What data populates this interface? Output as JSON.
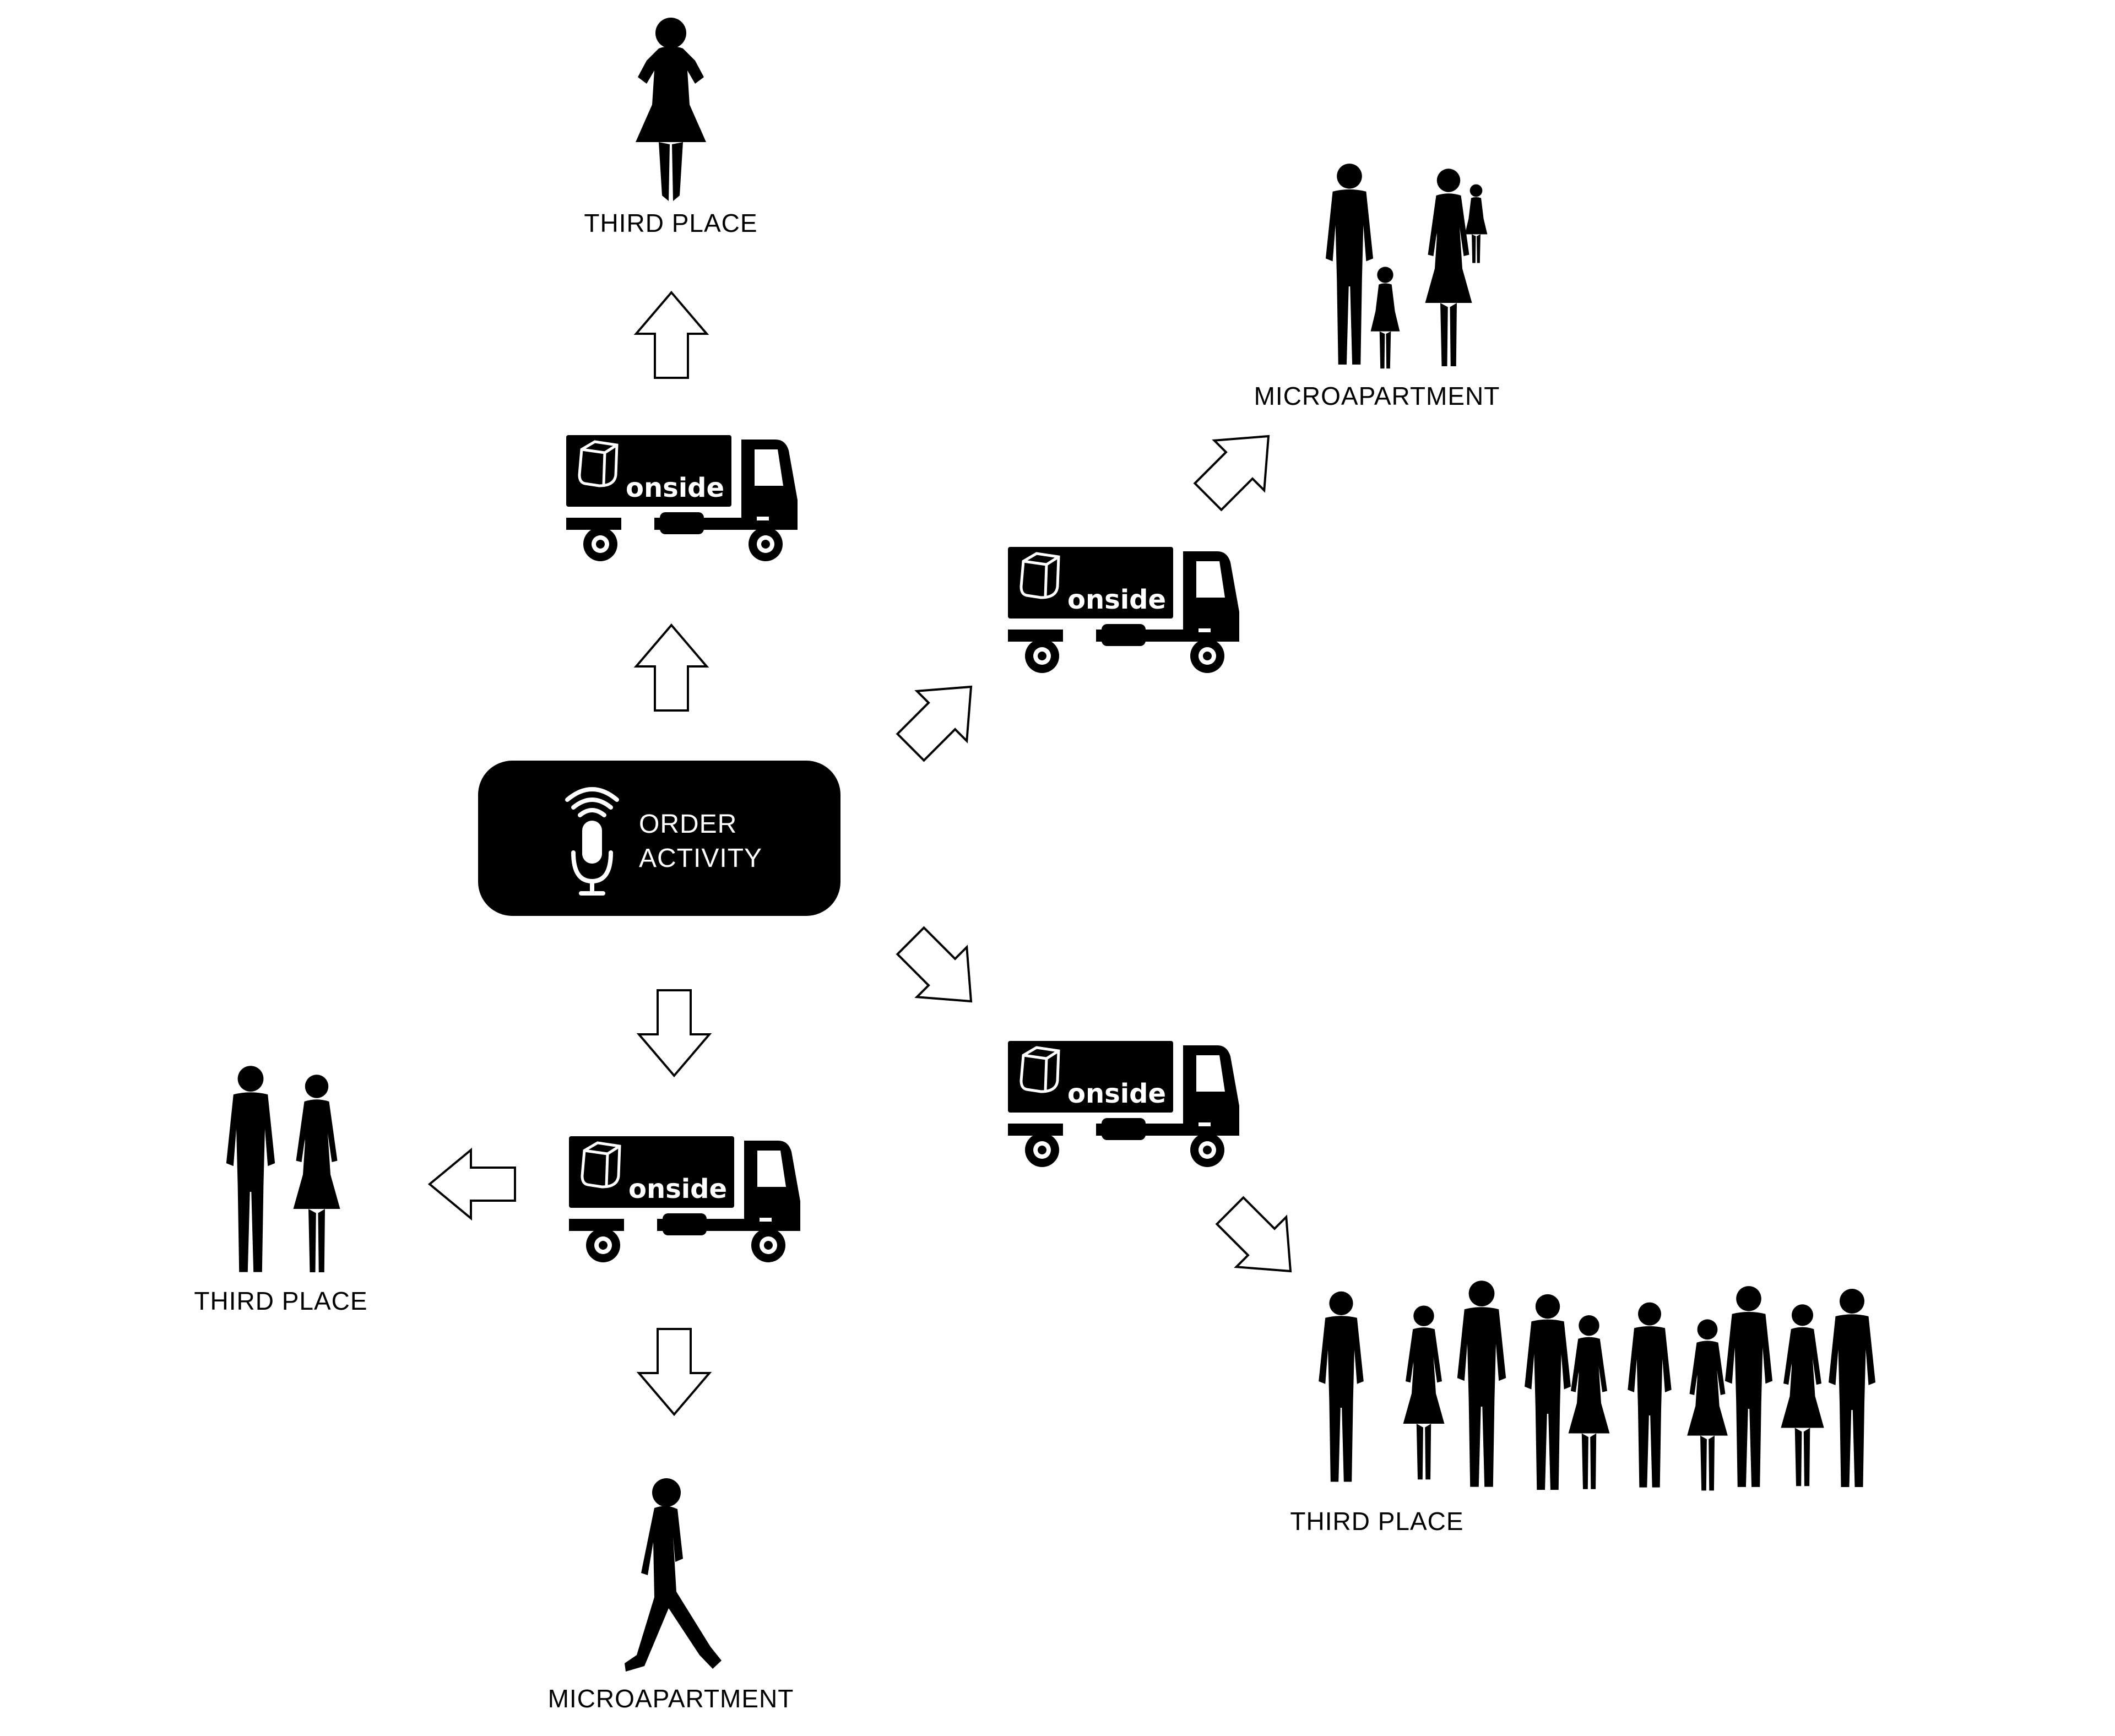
{
  "order_node": {
    "line1": "ORDER",
    "line2": "ACTIVITY",
    "icon": "microphone-wireless-icon"
  },
  "brand": "onside",
  "labels": {
    "top": "THIRD PLACE",
    "left": "THIRD PLACE",
    "bottom": "MICROAPARTMENT",
    "upper_right": "MICROAPARTMENT",
    "lower_right": "THIRD PLACE"
  },
  "colors": {
    "ink": "#000000",
    "paper": "#ffffff"
  }
}
